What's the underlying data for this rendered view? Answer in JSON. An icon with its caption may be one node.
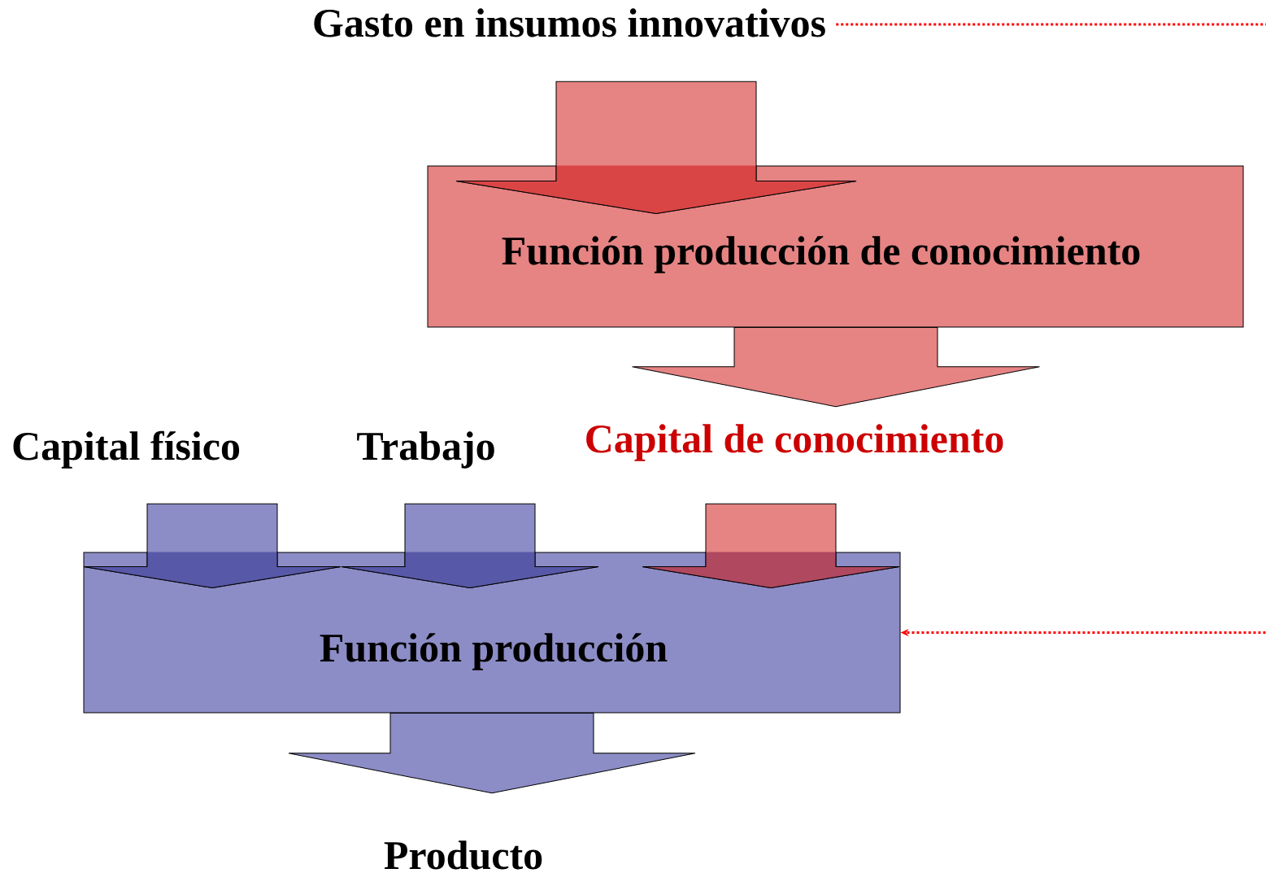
{
  "diagram": {
    "nodes": [
      {
        "text": [
          "Gasto en insumos innovativos"
        ]
      },
      {
        "text": [
          "Función producción de conocimiento"
        ]
      },
      {
        "text": [
          "Capital de conocimiento"
        ]
      },
      {
        "text": [
          "Capital físico"
        ]
      },
      {
        "text": [
          "Trabajo"
        ]
      },
      {
        "text": [
          "Función producción"
        ]
      },
      {
        "text": [
          "Producto"
        ]
      }
    ],
    "edges": [
      {
        "from": 0,
        "to": 1,
        "arrow": "to",
        "style": "thick",
        "color": "#e68383"
      },
      {
        "from": 1,
        "to": 2,
        "arrow": "to",
        "style": "thick",
        "color": "#e68383"
      },
      {
        "from": 3,
        "to": 5,
        "arrow": "to",
        "style": "thick",
        "color": "#8c8cc6"
      },
      {
        "from": 4,
        "to": 5,
        "arrow": "to",
        "style": "thick",
        "color": "#8c8cc6"
      },
      {
        "from": 2,
        "to": 5,
        "arrow": "to",
        "style": "thick",
        "color": "#e68383"
      },
      {
        "from": 5,
        "to": 6,
        "arrow": "to",
        "style": "thick",
        "color": "#8c8cc6"
      },
      {
        "from": 0,
        "to": 5,
        "arrow": "to",
        "style": "dashed",
        "color": "#ff0000"
      }
    ]
  }
}
